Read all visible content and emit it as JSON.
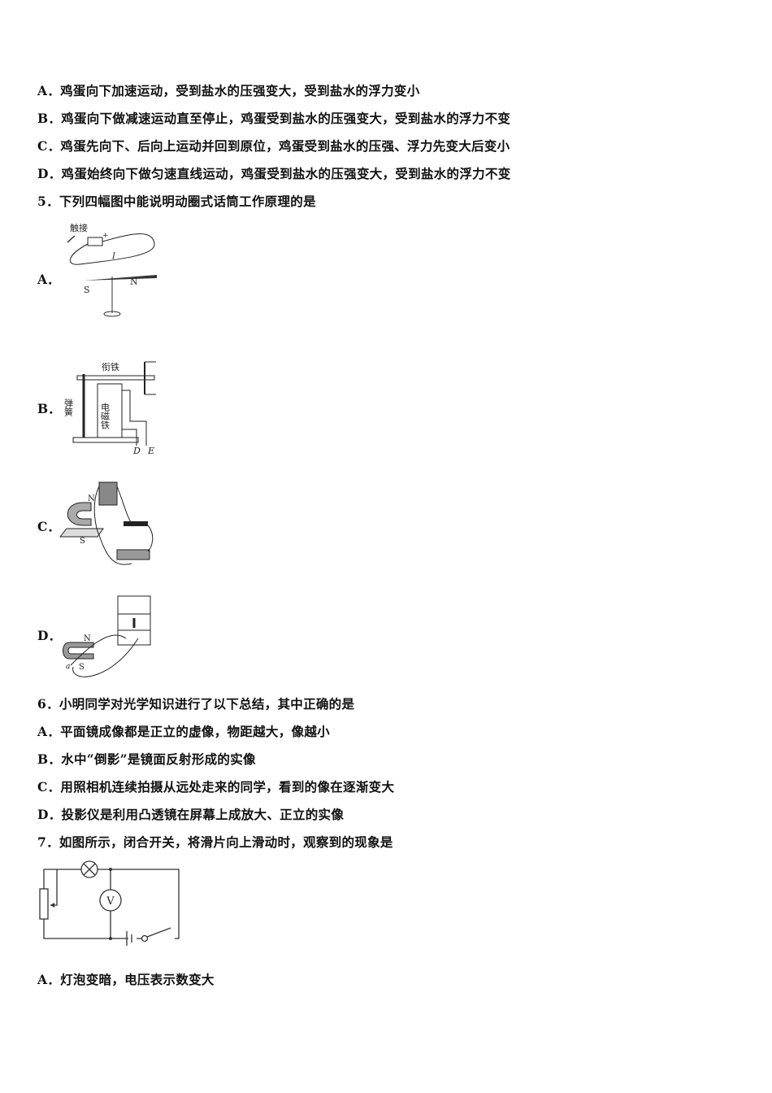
{
  "q4_options": [
    "A．鸡蛋向下加速运动，受到盐水的压强变大，受到盐水的浮力变小",
    "B．鸡蛋向下做减速运动直至停止，鸡蛋受到盐水的压强变大，受到盐水的浮力不变",
    "C．鸡蛋先向下、后向上运动并回到原位，鸡蛋受到盐水的压强、浮力先变大后变小",
    "D．鸡蛋始终向下做匀速直线运动，鸡蛋受到盐水的压强变大，受到盐水的浮力不变"
  ],
  "q5": {
    "stem": "5．下列四幅图中能说明动圈式话筒工作原理的是",
    "option_labels": [
      "A．",
      "B．",
      "C．",
      "D．"
    ],
    "fig_a": {
      "touch": "触接",
      "plus": "+",
      "current": "I",
      "s": "S",
      "n": "N"
    },
    "fig_b": {
      "armature": "衔铁",
      "spring": "弹簧",
      "electromagnet": "电磁铁",
      "d": "D",
      "e": "E"
    },
    "fig_c": {
      "n": "N",
      "s": "S"
    },
    "fig_d": {
      "n": "N",
      "s": "S",
      "a": "a"
    }
  },
  "q6": {
    "stem": "6．小明同学对光学知识进行了以下总结，其中正确的是",
    "options": [
      "A．平面镜成像都是正立的虚像，物距越大，像越小",
      "B．水中“倒影”是镜面反射形成的实像",
      "C．用照相机连续拍摄从远处走来的同学，看到的像在逐渐变大",
      "D．投影仪是利用凸透镜在屏幕上成放大、正立的实像"
    ]
  },
  "q7": {
    "stem": "7．如图所示，闭合开关，将滑片向上滑动时，观察到的现象是",
    "voltmeter": "V",
    "options": [
      "A．灯泡变暗，电压表示数变大"
    ]
  }
}
